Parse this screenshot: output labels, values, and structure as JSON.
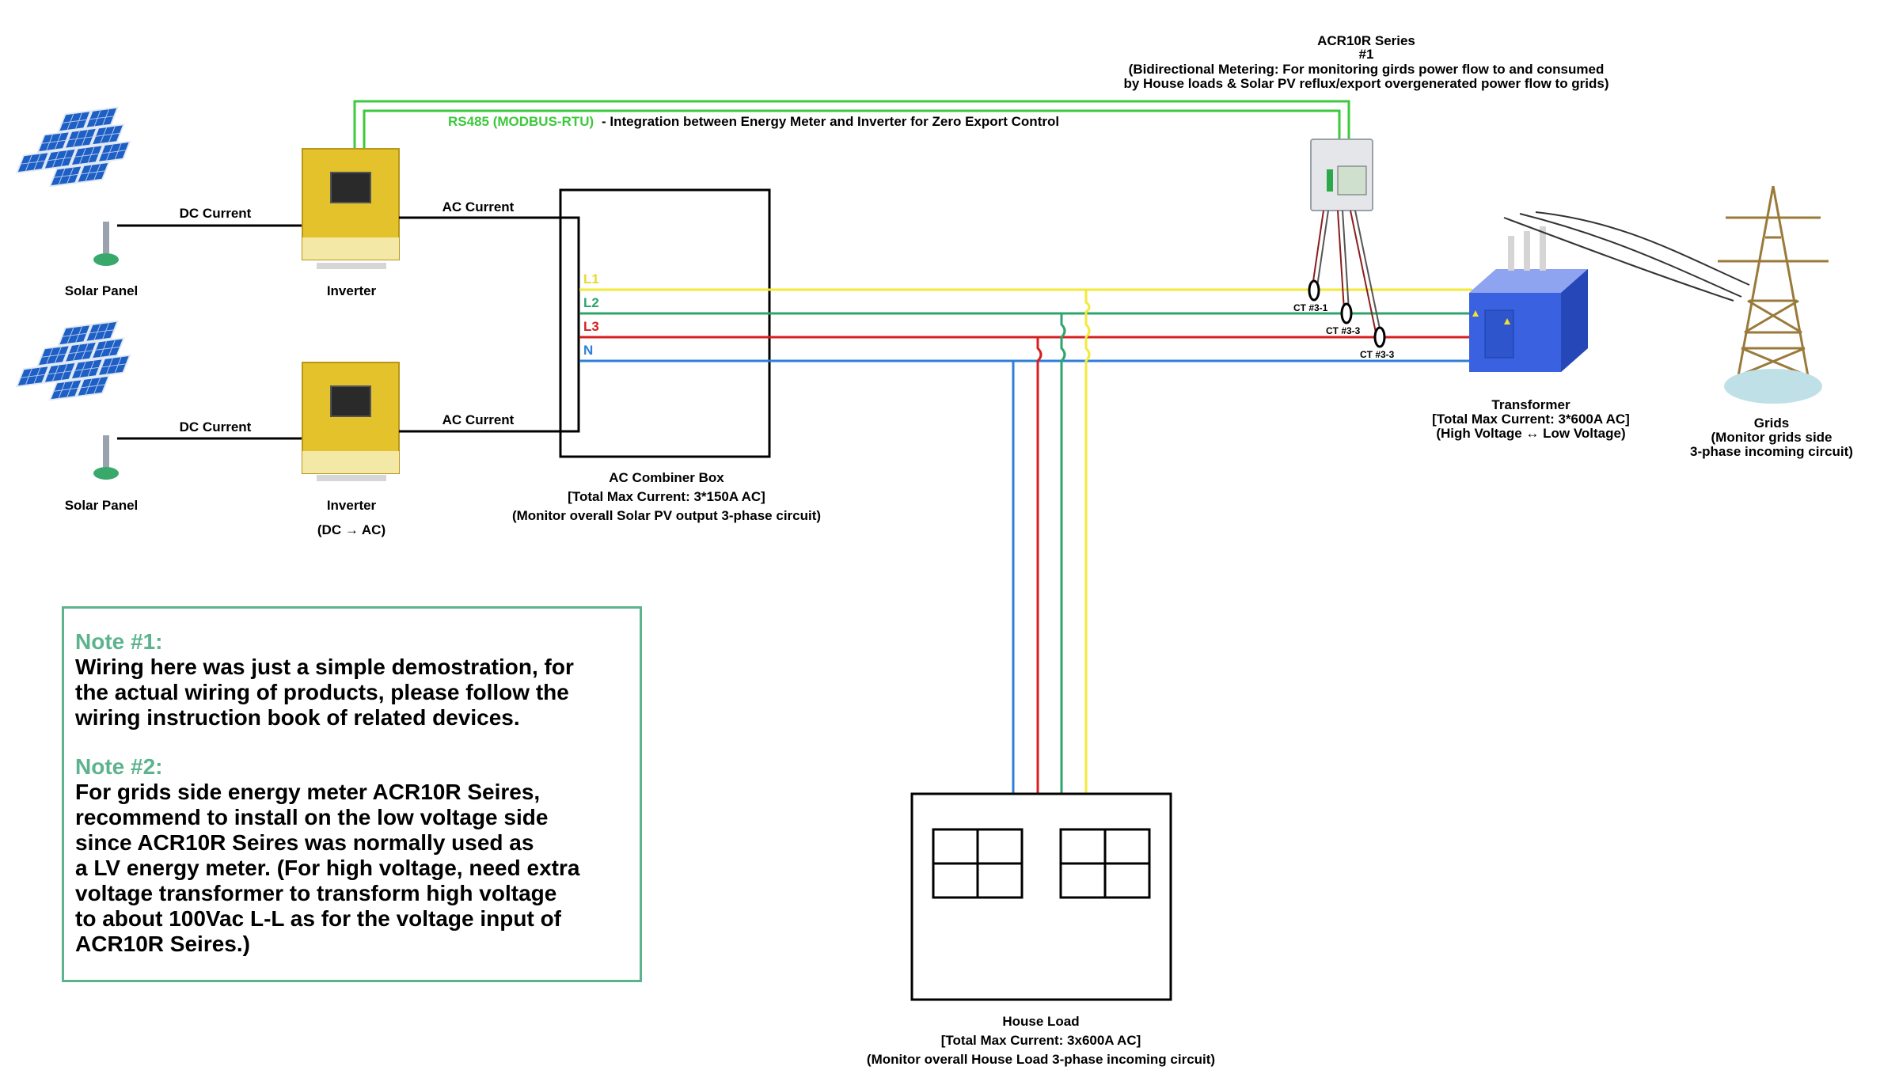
{
  "rs485": {
    "protocol": "RS485 (MODBUS-RTU)",
    "description": " - Integration between Energy Meter and Inverter for Zero Export Control"
  },
  "meter": {
    "title": "ACR10R Series",
    "number": "#1",
    "desc_line1": "(Bidirectional Metering: For monitoring girds power flow to and consumed",
    "desc_line2": "by House loads & Solar PV reflux/export overgenerated power flow to grids)"
  },
  "solar_top": {
    "label": "Solar Panel",
    "link_label": "DC Current"
  },
  "solar_bottom": {
    "label": "Solar Panel",
    "link_label": "DC Current"
  },
  "inverter_top": {
    "label": "Inverter",
    "link_label": "AC Current"
  },
  "inverter_bottom": {
    "label": "Inverter",
    "sub": "(DC → AC)",
    "link_label": "AC Current"
  },
  "combiner": {
    "title": "AC Combiner Box",
    "line2": "[Total Max Current: 3*150A AC]",
    "line3": "(Monitor overall Solar PV output 3-phase circuit)"
  },
  "phases": [
    {
      "name": "L1",
      "color": "#f2ea3a"
    },
    {
      "name": "L2",
      "color": "#2ea56b"
    },
    {
      "name": "L3",
      "color": "#d62020"
    },
    {
      "name": "N",
      "color": "#2f7fd8"
    }
  ],
  "cts": [
    "CT #3-1",
    "CT #3-3",
    "CT #3-3"
  ],
  "transformer": {
    "title": "Transformer",
    "line2": "[Total Max Current: 3*600A AC]",
    "line3": "(High Voltage ↔ Low Voltage)"
  },
  "grids": {
    "title": "Grids",
    "line2": "(Monitor grids side",
    "line3": "3-phase incoming circuit)"
  },
  "house": {
    "title": "House Load",
    "line2": "[Total Max Current: 3x600A AC]",
    "line3": "(Monitor overall House Load 3-phase incoming circuit)"
  },
  "notes": [
    {
      "title": "Note #1:",
      "body": "Wiring here was just a simple demostration, for\nthe actual wiring of products, please follow the\nwiring instruction book of related devices."
    },
    {
      "title": "Note #2:",
      "body": "For grids side energy meter ACR10R Seires,\nrecommend to install on the low voltage side\nsince ACR10R Seires was normally used as\na LV energy meter. (For high voltage, need extra\nvoltage transformer to transform high voltage\nto about 100Vac L-L as for the voltage input of\nACR10R Seires.)"
    }
  ],
  "colors": {
    "rs485_line": "#3cc93c",
    "note_accent": "#5cb38d",
    "inverter_body": "#e3c22c",
    "panel_blue": "#1d5fc4",
    "transformer_blue": "#3a62e0"
  }
}
